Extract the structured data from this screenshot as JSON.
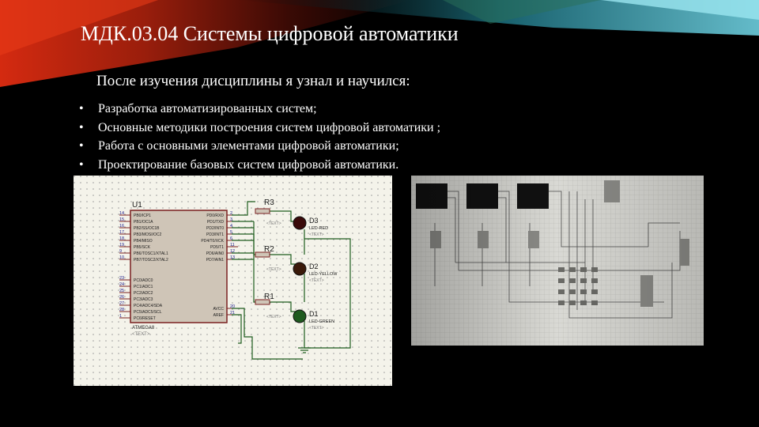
{
  "slide": {
    "title": "МДК.03.04 Системы цифровой автоматики",
    "subtitle": "После изучения дисциплины я узнал и научился:",
    "bullets": [
      "Разработка автоматизированных систем;",
      "Основные методики построения систем цифровой автоматики ;",
      "Работа с основными элементами цифровой автоматики;",
      "Проектирование базовых систем цифровой автоматики."
    ],
    "bullet_glyph": "•"
  },
  "schematic": {
    "chip": {
      "ref": "U1",
      "part": "ATMEGA8",
      "text_placeholder": "<TEXT>",
      "left_pins": [
        {
          "num": "14",
          "name": "PB0/ICP1"
        },
        {
          "num": "15",
          "name": "PB1/OC1A"
        },
        {
          "num": "16",
          "name": "PB2/SS/OC1B"
        },
        {
          "num": "17",
          "name": "PB3/MOSI/OC2"
        },
        {
          "num": "18",
          "name": "PB4/MISO"
        },
        {
          "num": "19",
          "name": "PB5/SCK"
        },
        {
          "num": "9",
          "name": "PB6/TOSC1/XTAL1"
        },
        {
          "num": "10",
          "name": "PB7/TOSC2/XTAL2"
        },
        {
          "num": "23",
          "name": "PC0/ADC0"
        },
        {
          "num": "24",
          "name": "PC1/ADC1"
        },
        {
          "num": "25",
          "name": "PC2/ADC2"
        },
        {
          "num": "26",
          "name": "PC3/ADC3"
        },
        {
          "num": "27",
          "name": "PC4/ADC4/SDA"
        },
        {
          "num": "28",
          "name": "PC5/ADC5/SCL"
        },
        {
          "num": "1",
          "name": "PC6/RESET"
        }
      ],
      "right_pins": [
        {
          "num": "2",
          "name": "PD0/RXD"
        },
        {
          "num": "3",
          "name": "PD1/TXD"
        },
        {
          "num": "4",
          "name": "PD2/INT0"
        },
        {
          "num": "5",
          "name": "PD3/INT1"
        },
        {
          "num": "6",
          "name": "PD4/T0/XCK"
        },
        {
          "num": "11",
          "name": "PD5/T1"
        },
        {
          "num": "12",
          "name": "PD6/AIN0"
        },
        {
          "num": "13",
          "name": "PD7/AIN1"
        },
        {
          "num": "20",
          "name": "AVCC"
        },
        {
          "num": "21",
          "name": "AREF"
        }
      ]
    },
    "resistors": [
      {
        "ref": "R3",
        "value": "<TEXT>"
      },
      {
        "ref": "R2",
        "value": "<TEXT>"
      },
      {
        "ref": "R1",
        "value": "<TEXT>"
      }
    ],
    "leds": [
      {
        "ref": "D3",
        "part": "LED-RED",
        "text": "<TEXT>",
        "color": "#3a0a0a"
      },
      {
        "ref": "D2",
        "part": "LED-YELLOW",
        "text": "<TEXT>",
        "color": "#3a1a0a"
      },
      {
        "ref": "D1",
        "part": "LED-GREEN",
        "text": "<TEXT>",
        "color": "#1f5a1f"
      }
    ],
    "colors": {
      "wire": "#1d5c1d",
      "chip_fill": "#cfc5b7",
      "chip_border": "#7a2020",
      "pin_text": "#1a1a8c",
      "label_text": "#1a1a1a"
    }
  },
  "photo": {
    "colors": {
      "paper": "#d9d9d4",
      "ink": "#4a4a4a",
      "screen": "#111111"
    }
  },
  "colors": {
    "background": "#000000",
    "banner_red": "#d42a10",
    "banner_cyan": "#3fb4c8",
    "text": "#ffffff"
  }
}
